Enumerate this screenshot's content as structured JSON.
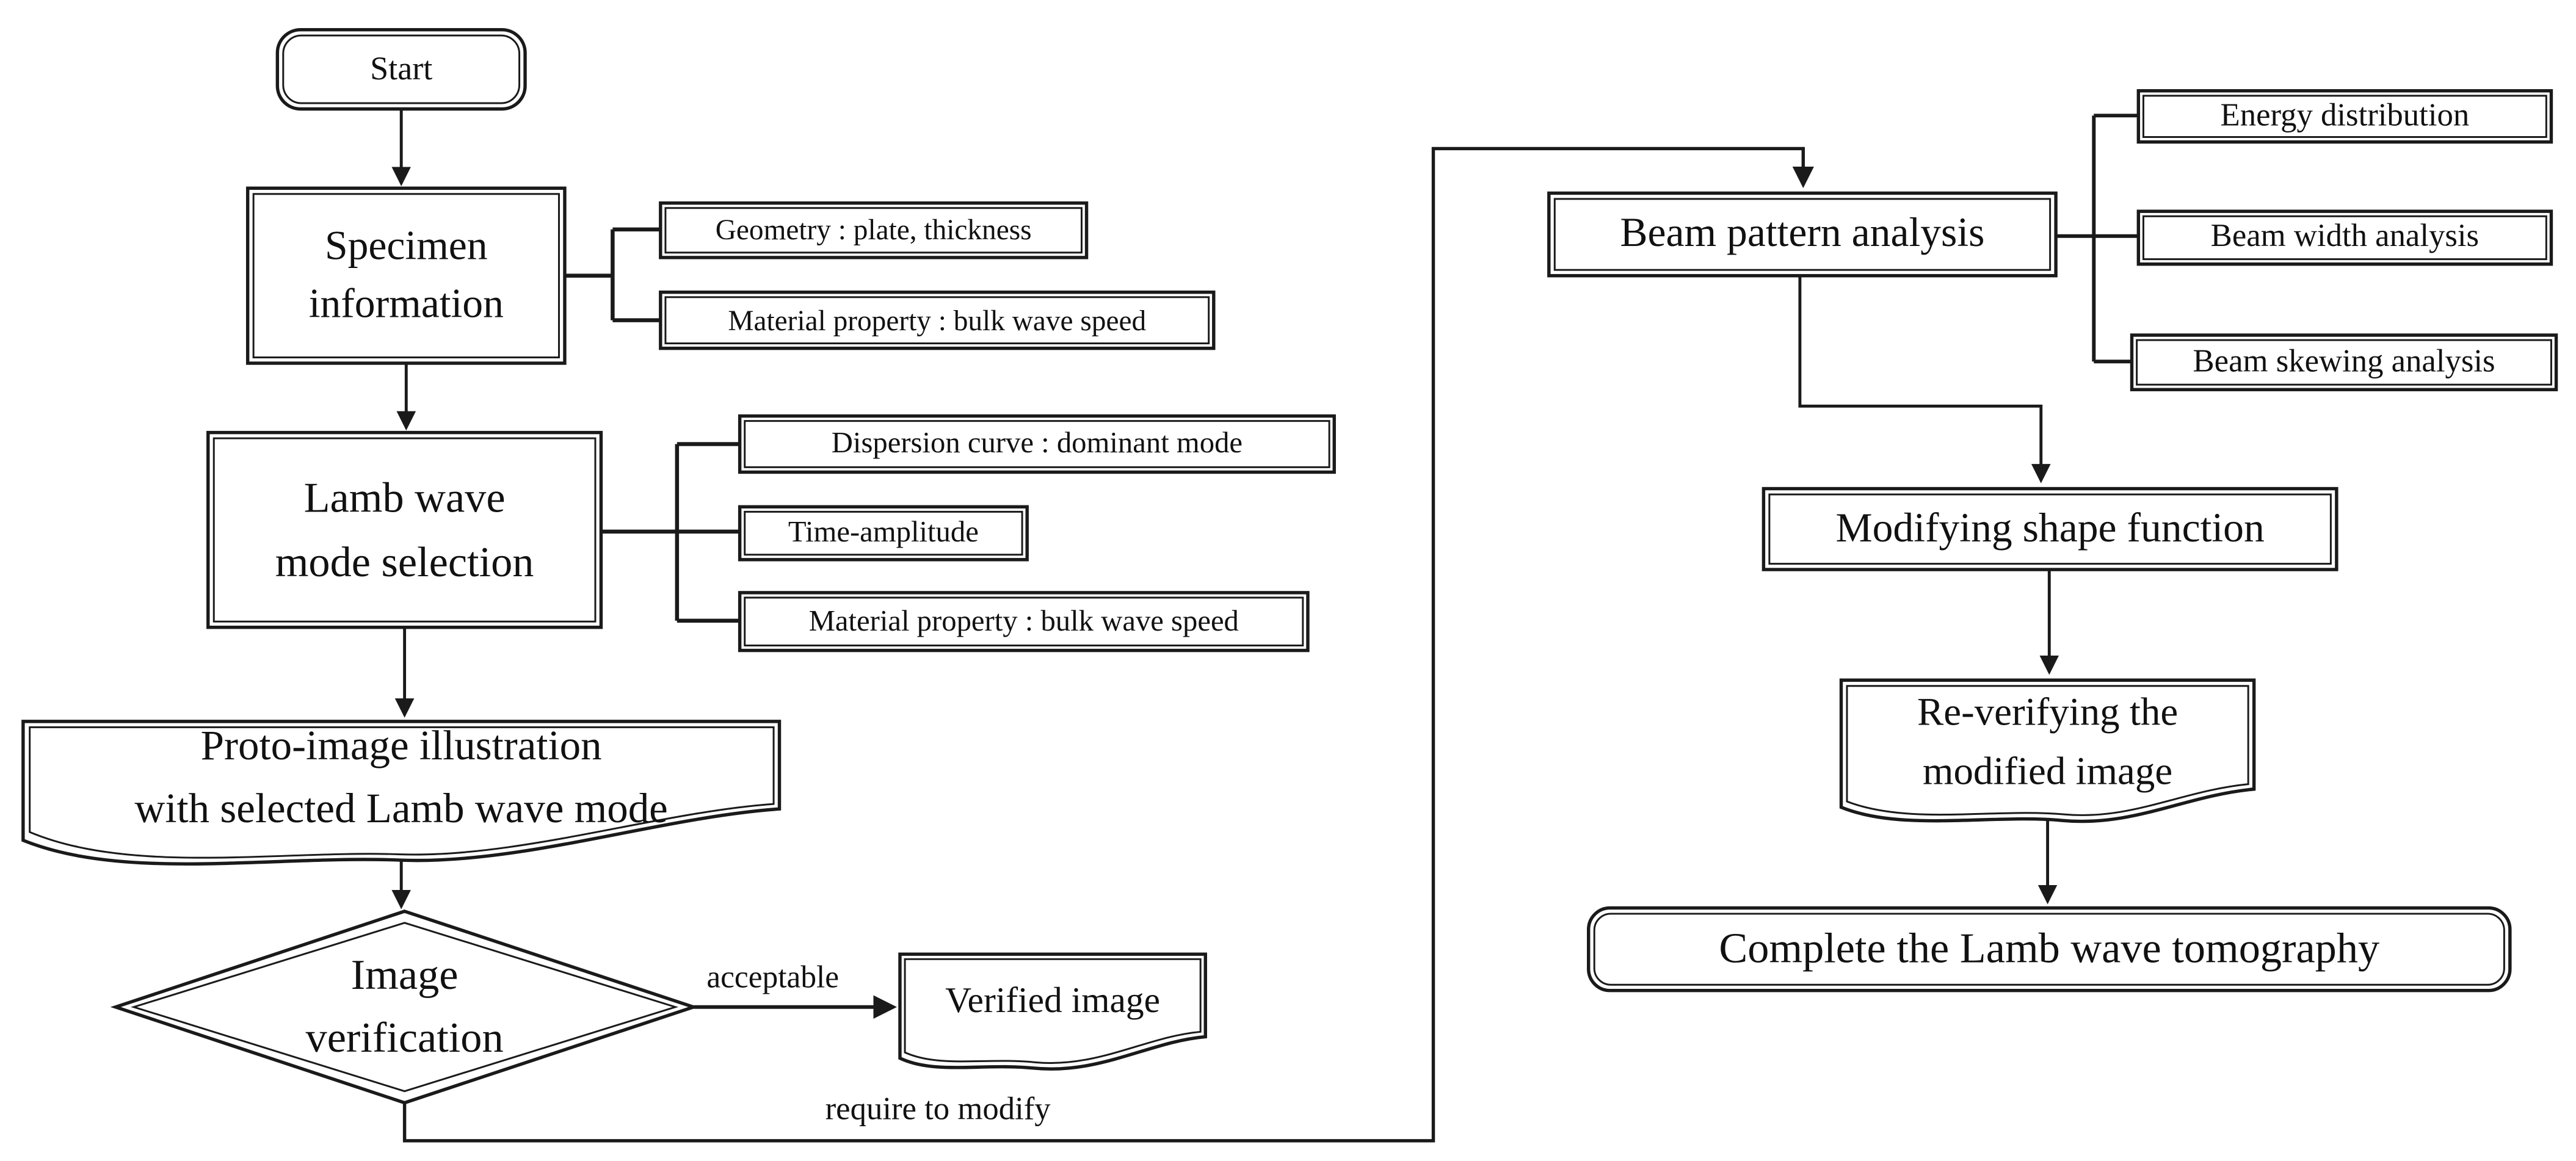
{
  "diagram": {
    "title": "Lamb wave tomography procedure flowchart",
    "nodes": {
      "start": {
        "label": "Start"
      },
      "specimen": {
        "label": "Specimen\ninformation"
      },
      "geometry": {
        "label": "Geometry : plate, thickness"
      },
      "material_property_1": {
        "label": "Material property : bulk wave speed"
      },
      "lamb_mode": {
        "label": "Lamb wave\nmode selection"
      },
      "dispersion": {
        "label": "Dispersion curve : dominant mode"
      },
      "time_amplitude": {
        "label": "Time-amplitude"
      },
      "material_property_2": {
        "label": "Material property : bulk wave speed"
      },
      "proto_image": {
        "label": "Proto-image illustration\nwith selected Lamb wave mode"
      },
      "image_verification": {
        "label": "Image\nverification"
      },
      "verified_image": {
        "label": "Verified image"
      },
      "beam_pattern": {
        "label": "Beam pattern analysis"
      },
      "energy_distribution": {
        "label": "Energy distribution"
      },
      "beam_width": {
        "label": "Beam width analysis"
      },
      "beam_skewing": {
        "label": "Beam skewing analysis"
      },
      "modifying_shape": {
        "label": "Modifying shape function"
      },
      "reverifying": {
        "label": "Re-verifying the\nmodified image"
      },
      "complete": {
        "label": "Complete the Lamb wave tomography"
      }
    },
    "edge_labels": {
      "acceptable": "acceptable",
      "require_to_modify": "require to modify"
    },
    "colors": {
      "line": "#1a1a1a",
      "text": "#111111",
      "background": "#ffffff"
    }
  }
}
